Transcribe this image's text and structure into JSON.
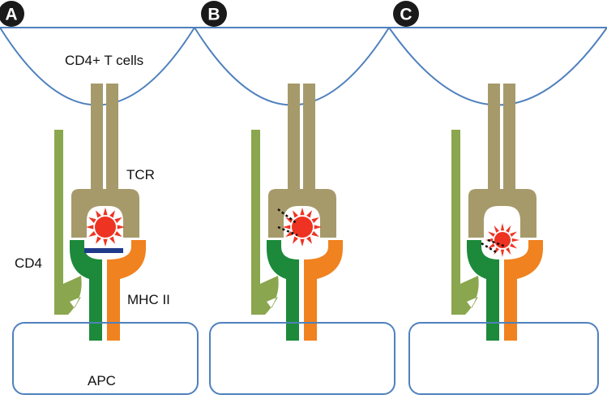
{
  "panels": [
    {
      "badge": "A",
      "variant": "bound",
      "labels": {
        "cell": "CD4+ T cells",
        "tcr": "TCR",
        "cd4": "CD4",
        "mhc": "MHC II",
        "apc": "APC"
      }
    },
    {
      "badge": "B",
      "variant": "dashed-left",
      "labels": {}
    },
    {
      "badge": "C",
      "variant": "dashed-inner",
      "labels": {}
    }
  ],
  "colors": {
    "cell_outline": "#4f81bd",
    "tcr": "#a69a6b",
    "cd4": "#8aa64e",
    "mhc_green": "#1c8a3a",
    "mhc_orange": "#f0821f",
    "antigen": "#ee3322",
    "antigen_rays": "#ee3322",
    "peptide_bar": "#1f3a8a",
    "badge": "#1a1a1a"
  }
}
